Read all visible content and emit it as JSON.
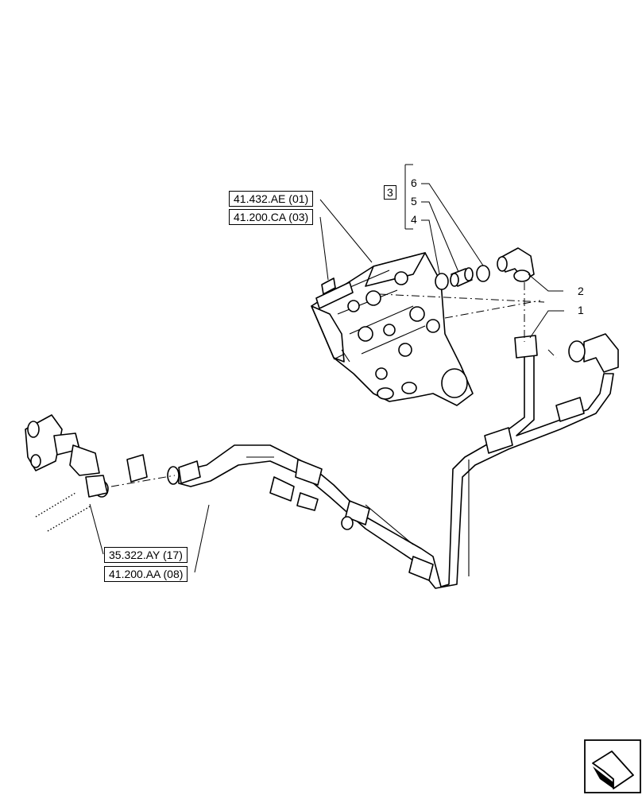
{
  "references": {
    "valve_ref_1": "41.432.AE (01)",
    "valve_ref_2": "41.200.CA (03)",
    "pipe_ref_1": "35.322.AY (17)",
    "pipe_ref_2": "41.200.AA (08)"
  },
  "kit": {
    "label": "3",
    "items": [
      "6",
      "5",
      "4"
    ]
  },
  "callouts": {
    "elbow_fitting": "2",
    "hose_assembly": "1"
  },
  "icons": {
    "navigation": "next-page-arrow-icon"
  }
}
